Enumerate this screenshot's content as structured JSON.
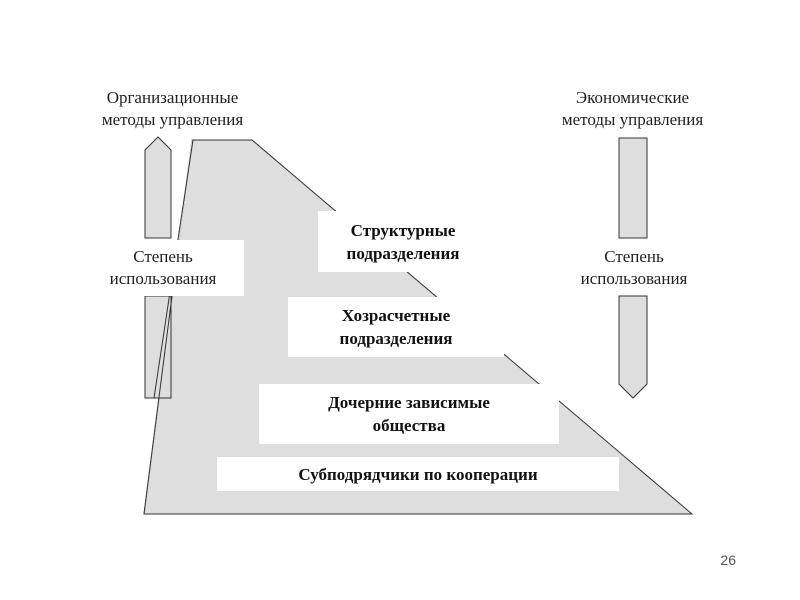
{
  "left_header": {
    "line1": "Организационные",
    "line2": "методы управления"
  },
  "right_header": {
    "line1": "Экономические",
    "line2": "методы управления"
  },
  "left_degree": {
    "line1": "Степень",
    "line2": "использования"
  },
  "right_degree": {
    "line1": "Степень",
    "line2": "использования"
  },
  "levels": [
    {
      "line1": "Структурные",
      "line2": "подразделения"
    },
    {
      "line1": "Хозрасчетные",
      "line2": "подразделения"
    },
    {
      "line1": "Дочерние зависимые",
      "line2": "общества"
    },
    {
      "line1": "Субподрядчики по кооперации",
      "line2": ""
    }
  ],
  "page_number": "26",
  "colors": {
    "fill": "#dedede",
    "outline": "#333333",
    "background": "#ffffff"
  }
}
